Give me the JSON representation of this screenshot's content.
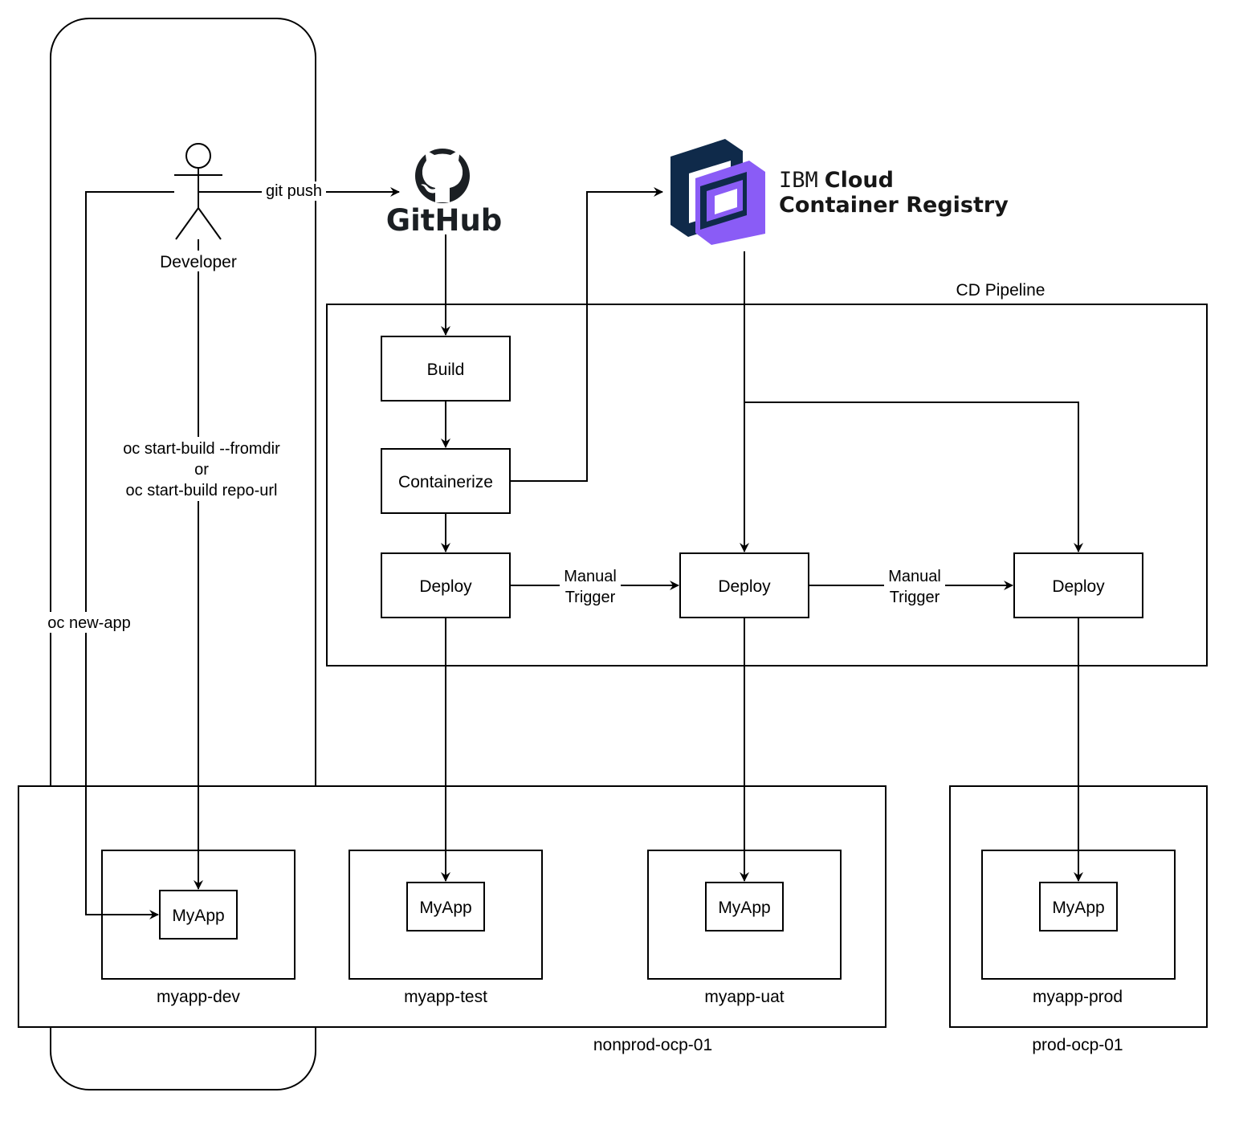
{
  "actor": {
    "label": "Developer"
  },
  "logos": {
    "github": {
      "text": "GitHub",
      "icon": "github-octocat-icon"
    },
    "registry": {
      "line1_light": "IBM",
      "line1_bold": "Cloud",
      "line2": "Container Registry",
      "icon": "ibm-container-registry-icon",
      "colors": {
        "dark": "#0f2a4a",
        "accent": "#8a5cf6"
      }
    }
  },
  "pipeline": {
    "title": "CD Pipeline",
    "build": "Build",
    "containerize": "Containerize",
    "deploy_dev": "Deploy",
    "deploy_uat": "Deploy",
    "deploy_prod": "Deploy"
  },
  "edges": {
    "git_push": "git push",
    "start_build_1": "oc start-build --fromdir",
    "start_build_2": "or",
    "start_build_3": "oc start-build repo-url",
    "new_app": "oc new-app",
    "manual_trigger_1_line1": "Manual",
    "manual_trigger_1_line2": "Trigger",
    "manual_trigger_2_line1": "Manual",
    "manual_trigger_2_line2": "Trigger"
  },
  "clusters": {
    "nonprod": {
      "label": "nonprod-ocp-01"
    },
    "prod": {
      "label": "prod-ocp-01"
    }
  },
  "namespaces": {
    "dev": {
      "label": "myapp-dev",
      "app": "MyApp"
    },
    "test": {
      "label": "myapp-test",
      "app": "MyApp"
    },
    "uat": {
      "label": "myapp-uat",
      "app": "MyApp"
    },
    "prod": {
      "label": "myapp-prod",
      "app": "MyApp"
    }
  }
}
